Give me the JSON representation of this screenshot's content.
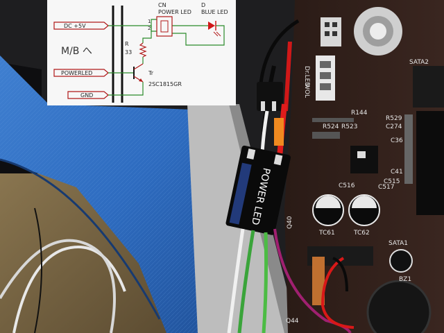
{
  "schematic": {
    "dc_label": "DC   +5V",
    "mb_label": "M/B へ",
    "powerled_label": "POWERLED",
    "gnd_label": "GND",
    "resistor_ref": "R",
    "resistor_value": "33",
    "transistor_ref": "Tr",
    "transistor_part": "2SC1815GR",
    "connector_ref": "CN",
    "connector_name": "POWER LED",
    "pin1": "1",
    "pin2": "2",
    "led_ref": "D",
    "led_name": "BLUE LED"
  },
  "photo": {
    "connector_text": "POWER LED",
    "board_labels": {
      "dr_led": "Dr.LED",
      "wol": "WOL",
      "sata2": "SATA2",
      "sata1": "SATA1",
      "bz1": "BZ1",
      "tc61": "TC61",
      "tc62": "TC62",
      "c516": "C516",
      "c517": "C517",
      "c515": "C515",
      "c41": "C41",
      "c36": "C36",
      "c274": "C274",
      "r529": "R529",
      "r524": "R524",
      "r523": "R523",
      "r144": "R144",
      "q40": "Q40",
      "q44": "Q44"
    }
  }
}
